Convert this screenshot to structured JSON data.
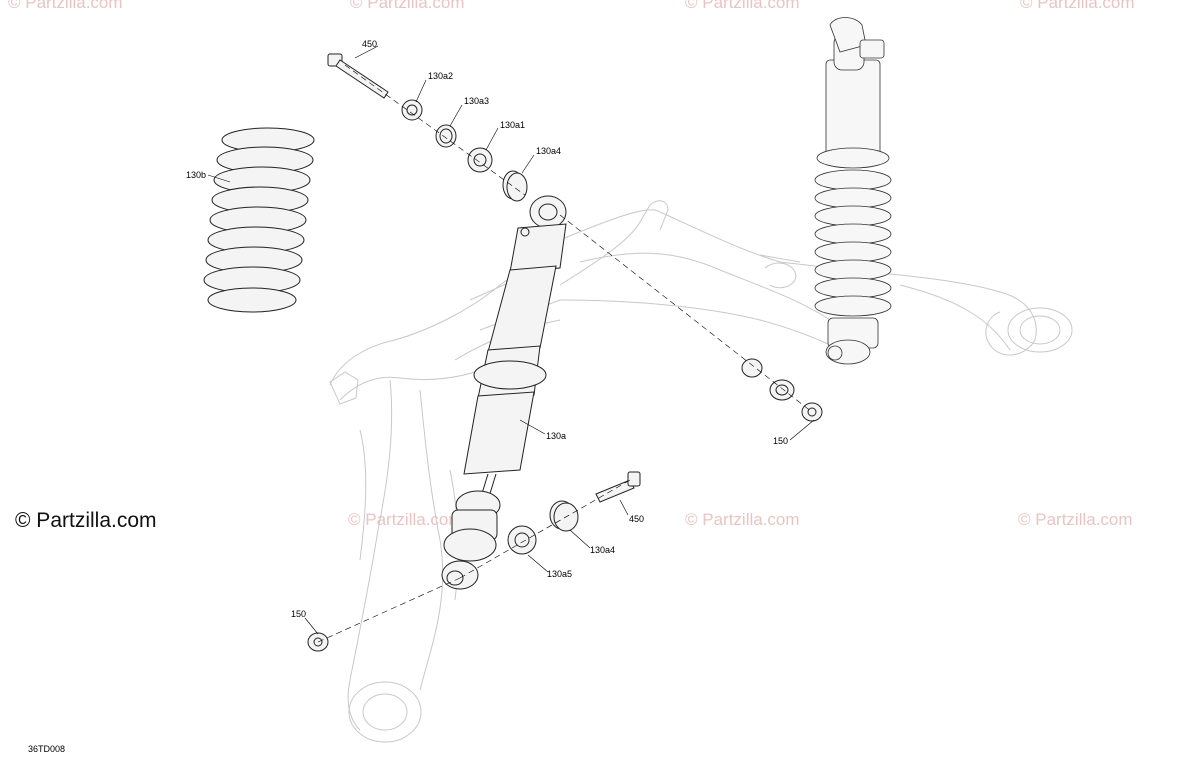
{
  "watermarks": [
    "© Partzilla.com",
    "© Partzilla.com",
    "© Partzilla.com",
    "© Partzilla.com",
    "© Partzilla.com",
    "© Partzilla.com",
    "© Partzilla.com"
  ],
  "brand": "© Partzilla.com",
  "diagram_code": "36TD008",
  "callouts": {
    "bolt_top": "450",
    "spacer_130a2": "130a2",
    "washer_130a3": "130a3",
    "bushing_130a1": "130a1",
    "ring_130a4_top": "130a4",
    "spring_130b": "130b",
    "shock_130a": "130a",
    "nut_150_right": "150",
    "bolt_bottom": "450",
    "ring_130a4_bottom": "130a4",
    "bushing_130a5": "130a5",
    "nut_150_left": "150"
  },
  "colors": {
    "ghost_line": "#c8c8c8",
    "part_line": "#222222",
    "watermark": "#e9c4c4"
  }
}
